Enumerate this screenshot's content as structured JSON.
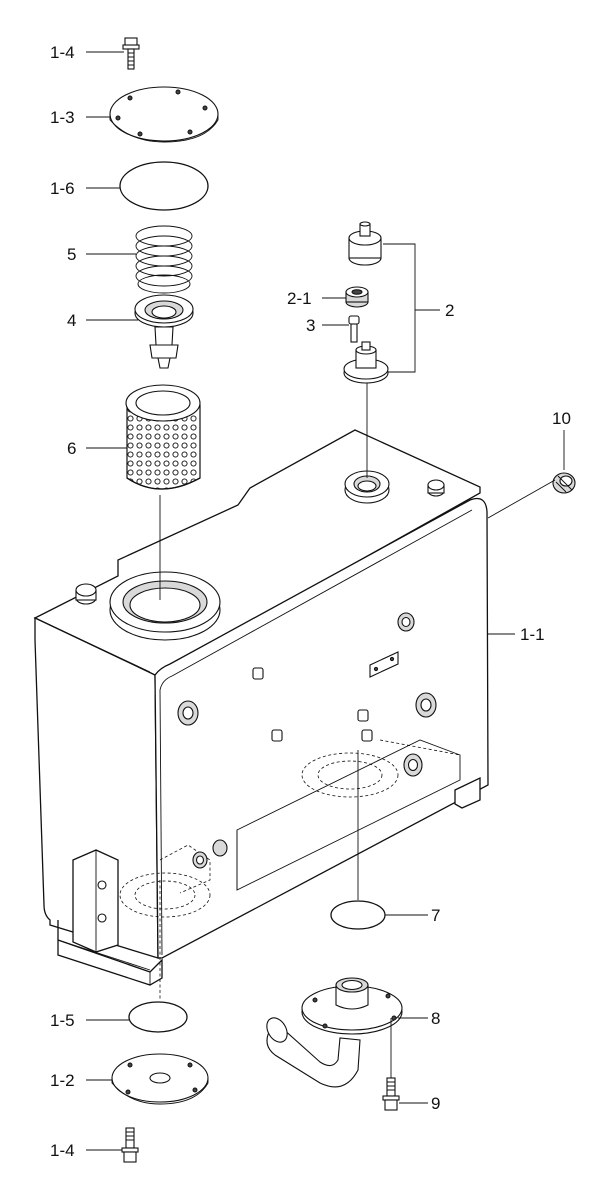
{
  "diagram": {
    "callouts": [
      {
        "id": "1-4-top",
        "label": "1-4"
      },
      {
        "id": "1-3",
        "label": "1-3"
      },
      {
        "id": "1-6",
        "label": "1-6"
      },
      {
        "id": "5",
        "label": "5"
      },
      {
        "id": "4",
        "label": "4"
      },
      {
        "id": "6",
        "label": "6"
      },
      {
        "id": "2-1",
        "label": "2-1"
      },
      {
        "id": "3",
        "label": "3"
      },
      {
        "id": "2",
        "label": "2"
      },
      {
        "id": "10",
        "label": "10"
      },
      {
        "id": "1-1",
        "label": "1-1"
      },
      {
        "id": "7",
        "label": "7"
      },
      {
        "id": "1-5",
        "label": "1-5"
      },
      {
        "id": "8",
        "label": "8"
      },
      {
        "id": "1-2",
        "label": "1-2"
      },
      {
        "id": "9",
        "label": "9"
      },
      {
        "id": "1-4-bottom",
        "label": "1-4"
      }
    ]
  }
}
